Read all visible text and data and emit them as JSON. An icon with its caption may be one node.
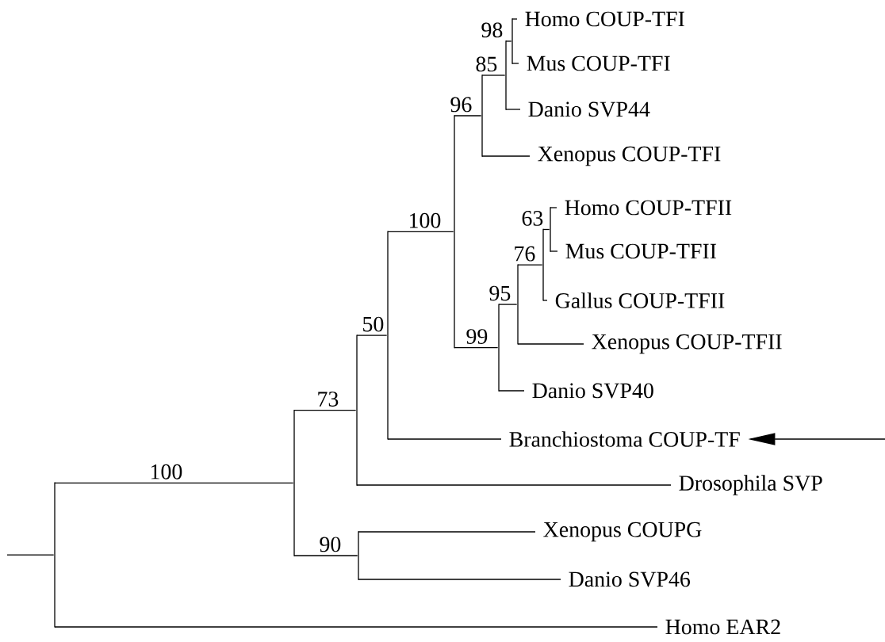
{
  "diagram": {
    "nodes": [
      {
        "text": [
          "Homo COUP-TFI"
        ]
      },
      {
        "text": [
          "Mus COUP-TFI"
        ]
      },
      {
        "text": [
          "Danio SVP44"
        ]
      },
      {
        "text": [
          "Xenopus COUP-TFI"
        ]
      },
      {
        "text": [
          "Homo COUP-TFII"
        ]
      },
      {
        "text": [
          "Mus COUP-TFII"
        ]
      },
      {
        "text": [
          "Gallus COUP-TFII"
        ]
      },
      {
        "text": [
          "Xenopus COUP-TFII"
        ]
      },
      {
        "text": [
          "Danio SVP40"
        ]
      },
      {
        "text": [
          "Branchiostoma COUP-TF"
        ]
      },
      {
        "text": [
          "Drosophila SVP"
        ]
      },
      {
        "text": [
          "Xenopus COUPG"
        ]
      },
      {
        "text": [
          "Danio SVP46"
        ]
      },
      {
        "text": [
          "Homo EAR2"
        ]
      },
      {
        "text": [],
        "shape": "bar"
      },
      {
        "text": [],
        "shape": "bar"
      },
      {
        "text": [],
        "shape": "bar"
      },
      {
        "text": [],
        "shape": "bar"
      },
      {
        "text": [],
        "shape": "bar"
      },
      {
        "text": [],
        "shape": "bar"
      },
      {
        "text": [],
        "shape": "bar"
      },
      {
        "text": [],
        "shape": "bar"
      },
      {
        "text": [],
        "shape": "bar"
      },
      {
        "text": [],
        "shape": "bar"
      },
      {
        "text": [],
        "shape": "bar"
      },
      {
        "text": [],
        "shape": "bar"
      },
      {
        "text": [],
        "shape": "bar"
      }
    ],
    "edges": [
      {
        "from": 14,
        "to": 0,
        "arrow": "none"
      },
      {
        "from": 14,
        "to": 1,
        "arrow": "none"
      },
      {
        "from": 15,
        "to": 14,
        "arrow": "none",
        "label": "98"
      },
      {
        "from": 15,
        "to": 2,
        "arrow": "none"
      },
      {
        "from": 16,
        "to": 15,
        "arrow": "none",
        "label": "85"
      },
      {
        "from": 16,
        "to": 3,
        "arrow": "none"
      },
      {
        "from": 21,
        "to": 16,
        "arrow": "none",
        "label": "96"
      },
      {
        "from": 17,
        "to": 4,
        "arrow": "none"
      },
      {
        "from": 17,
        "to": 5,
        "arrow": "none"
      },
      {
        "from": 18,
        "to": 17,
        "arrow": "none",
        "label": "63"
      },
      {
        "from": 18,
        "to": 6,
        "arrow": "none"
      },
      {
        "from": 19,
        "to": 18,
        "arrow": "none",
        "label": "76"
      },
      {
        "from": 19,
        "to": 7,
        "arrow": "none"
      },
      {
        "from": 20,
        "to": 19,
        "arrow": "none",
        "label": "95"
      },
      {
        "from": 20,
        "to": 8,
        "arrow": "none"
      },
      {
        "from": 21,
        "to": 20,
        "arrow": "none",
        "label": "99"
      },
      {
        "from": 22,
        "to": 21,
        "arrow": "none",
        "label": "100"
      },
      {
        "from": 22,
        "to": 9,
        "arrow": "none"
      },
      {
        "from": 23,
        "to": 22,
        "arrow": "none",
        "label": "50"
      },
      {
        "from": 23,
        "to": 10,
        "arrow": "none"
      },
      {
        "from": 25,
        "to": 23,
        "arrow": "none",
        "label": "73"
      },
      {
        "from": 24,
        "to": 11,
        "arrow": "none"
      },
      {
        "from": 24,
        "to": 12,
        "arrow": "none"
      },
      {
        "from": 25,
        "to": 24,
        "arrow": "none",
        "label": "90"
      },
      {
        "from": 26,
        "to": 25,
        "arrow": "none",
        "label": "100"
      },
      {
        "from": 26,
        "to": 13,
        "arrow": "none"
      },
      {
        "from": null,
        "to": 26,
        "arrow": "none"
      },
      {
        "from": null,
        "to": 9,
        "arrow": "to"
      }
    ]
  }
}
